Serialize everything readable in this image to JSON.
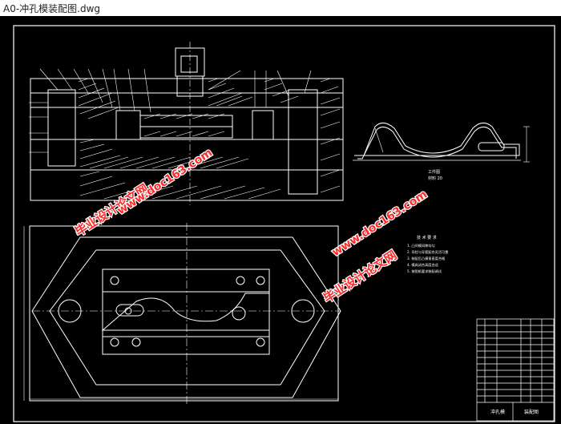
{
  "window": {
    "title": "A0-冲孔模装配图.dwg"
  },
  "drawing": {
    "part_label": "工件图",
    "part_label_2": "材料 20",
    "tech_req_heading": "技  术  要  求",
    "tech_req": [
      "1. 凸凹模间隙均匀",
      "2. 导柱与导套配合灵活可靠",
      "3. 装配后凸模垂直度合格",
      "4. 模具闭合高度合适",
      "5. 按图纸要求装配调试"
    ],
    "title_block_left": "冲孔模",
    "title_block_right": "装配图"
  },
  "watermark": {
    "text1": "毕业设计论文网",
    "text2": "www.doc163.com"
  },
  "colors": {
    "background": "#000000",
    "lines": "#ffffff",
    "watermark": "#ff2a2a",
    "titlebar": "#ffffff"
  }
}
